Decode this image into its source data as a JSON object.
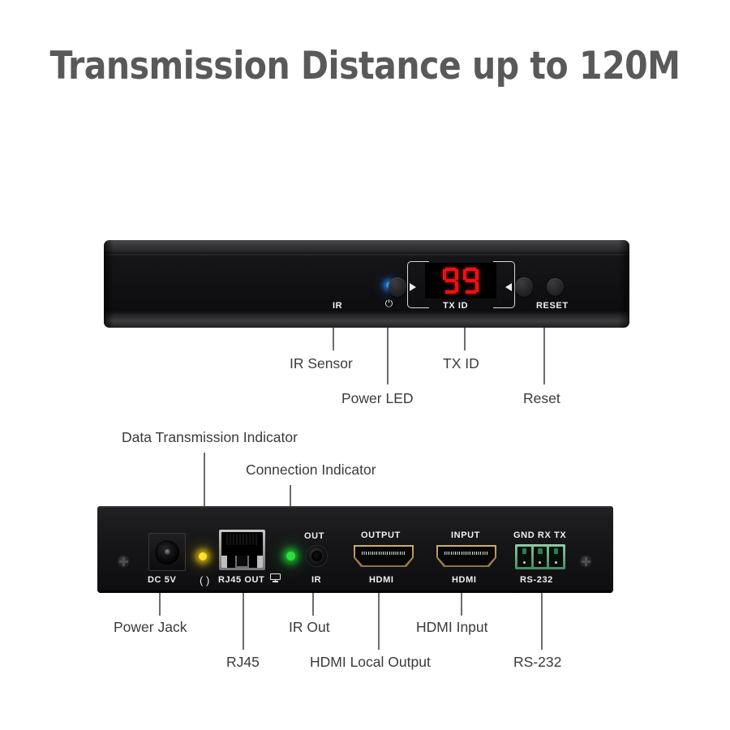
{
  "title": "Transmission Distance up to 120M",
  "colors": {
    "title": "#595959",
    "callout": "#3a3a3a",
    "leader": "#6d6d6d",
    "chassis": "#141416",
    "led_power": "#2b9bf4",
    "led_data": "#ffe02a",
    "led_connection": "#2ce03c",
    "segment_display": "#f01010",
    "hdmi_gold": "#cfae70",
    "rs232_green": "#5fae7e",
    "rj45_metal": "#9d9da0"
  },
  "front_panel": {
    "name": "Transmitter Front Panel",
    "silk_labels": {
      "ir": "IR",
      "tx_id": "TX ID",
      "reset": "RESET"
    },
    "display": {
      "value": "99",
      "digits": [
        "9",
        "9"
      ],
      "label": "TX ID"
    },
    "buttons": {
      "increase_icon": "arrow-right-icon",
      "decrease_icon": "arrow-left-icon",
      "reset": "RESET"
    },
    "indicators": {
      "power_led": "blue",
      "power_icon": "power-icon"
    },
    "callouts": [
      {
        "label": "IR Sensor",
        "row": "upper"
      },
      {
        "label": "Power LED",
        "row": "lower"
      },
      {
        "label": "TX ID",
        "row": "upper"
      },
      {
        "label": "Reset",
        "row": "lower"
      }
    ]
  },
  "rear_panel": {
    "name": "Transmitter Rear Panel",
    "silk_labels": {
      "dc": "DC 5V",
      "polarity": "( )",
      "rj45": "RJ45 OUT",
      "ir_out_top": "OUT",
      "ir_out_bottom": "IR",
      "hdmi_output_top": "OUTPUT",
      "hdmi_output_bottom": "HDMI",
      "hdmi_input_top": "INPUT",
      "hdmi_input_bottom": "HDMI",
      "rs232_top": "GND RX TX",
      "rs232_bottom": "RS-232"
    },
    "indicators": {
      "data_led": "yellow",
      "connection_led": "green",
      "network_icon": "network-port-icon"
    },
    "callouts_above": [
      {
        "label": "Data Transmission Indicator",
        "row": "upper"
      },
      {
        "label": "Connection Indicator",
        "row": "lower"
      }
    ],
    "callouts_below": [
      {
        "label": "Power Jack",
        "row": "upper"
      },
      {
        "label": "RJ45",
        "row": "lower"
      },
      {
        "label": "IR Out",
        "row": "upper"
      },
      {
        "label": "HDMI Local Output",
        "row": "lower"
      },
      {
        "label": "HDMI Input",
        "row": "upper"
      },
      {
        "label": "RS-232",
        "row": "lower"
      }
    ]
  }
}
